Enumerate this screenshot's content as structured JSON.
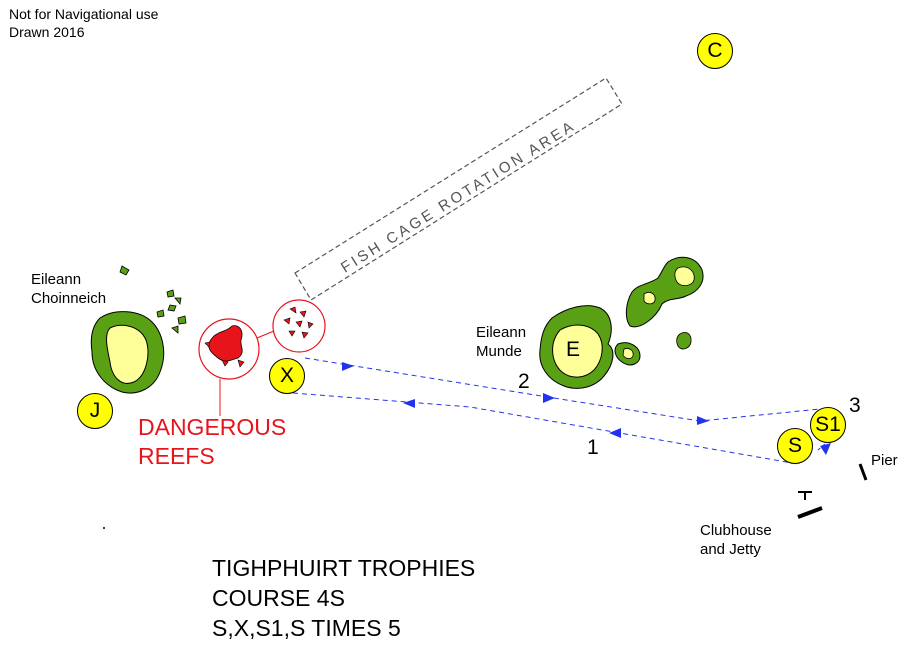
{
  "notes": {
    "line1": "Not for Navigational use",
    "line2": "Drawn 2016"
  },
  "places": {
    "choinneich_1": "Eileann",
    "choinneich_2": "Choinneich",
    "munde_1": "Eileann",
    "munde_2": "Munde",
    "pier": "Pier",
    "clubhouse_1": "Clubhouse",
    "clubhouse_2": "and Jetty"
  },
  "hazard": {
    "line1": "DANGEROUS",
    "line2": "REEFS"
  },
  "fish_cage_area": "FISH CAGE ROTATION AREA",
  "buoys": {
    "c": "C",
    "j": "J",
    "x": "X",
    "e": "E",
    "s": "S",
    "s1": "S1"
  },
  "legs": {
    "leg1": "1",
    "leg2": "2",
    "leg3": "3"
  },
  "course": {
    "line1": "TIGHPHUIRT TROPHIES",
    "line2": "COURSE 4S",
    "line3": "S,X,S1,S TIMES 5"
  },
  "colors": {
    "land_green": "#5aa014",
    "land_yellow": "#ffff99",
    "reef_red": "#e8141c",
    "buoy_yellow": "#ffff00",
    "course_line": "#2233ee"
  }
}
